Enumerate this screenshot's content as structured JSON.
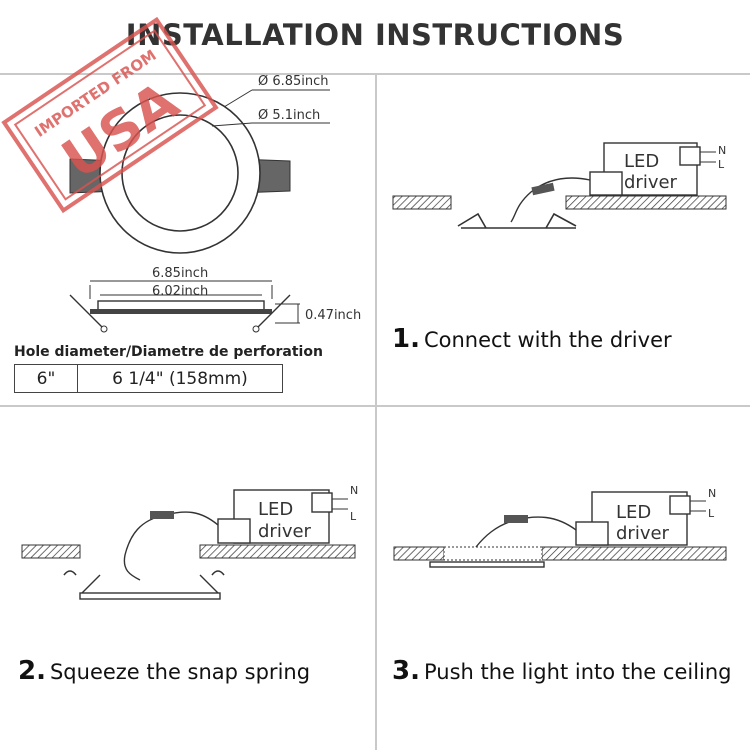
{
  "title": "INSTALLATION INSTRUCTIONS",
  "stamp": {
    "line1": "IMPORTED FROM",
    "line2": "USA"
  },
  "specs": {
    "outer_diameter": "Ø 6.85inch",
    "inner_diameter": "Ø 5.1inch",
    "width_outer": "6.85inch",
    "width_inner": "6.02inch",
    "height": "0.47inch",
    "hole_caption": "Hole diameter/Diametre de perforation",
    "hole_size": "6\"",
    "hole_diameter": "6  1/4\" (158mm)"
  },
  "driver": {
    "line1": "LED",
    "line2": "driver",
    "n": "N",
    "l": "L"
  },
  "steps": [
    {
      "num": "1.",
      "text": "Connect with the driver"
    },
    {
      "num": "2.",
      "text": "Squeeze the snap spring"
    },
    {
      "num": "3.",
      "text": "Push the light into the ceiling"
    }
  ],
  "colors": {
    "stamp": "#d9534f",
    "line": "#333333",
    "grid": "#c9c9c9"
  }
}
